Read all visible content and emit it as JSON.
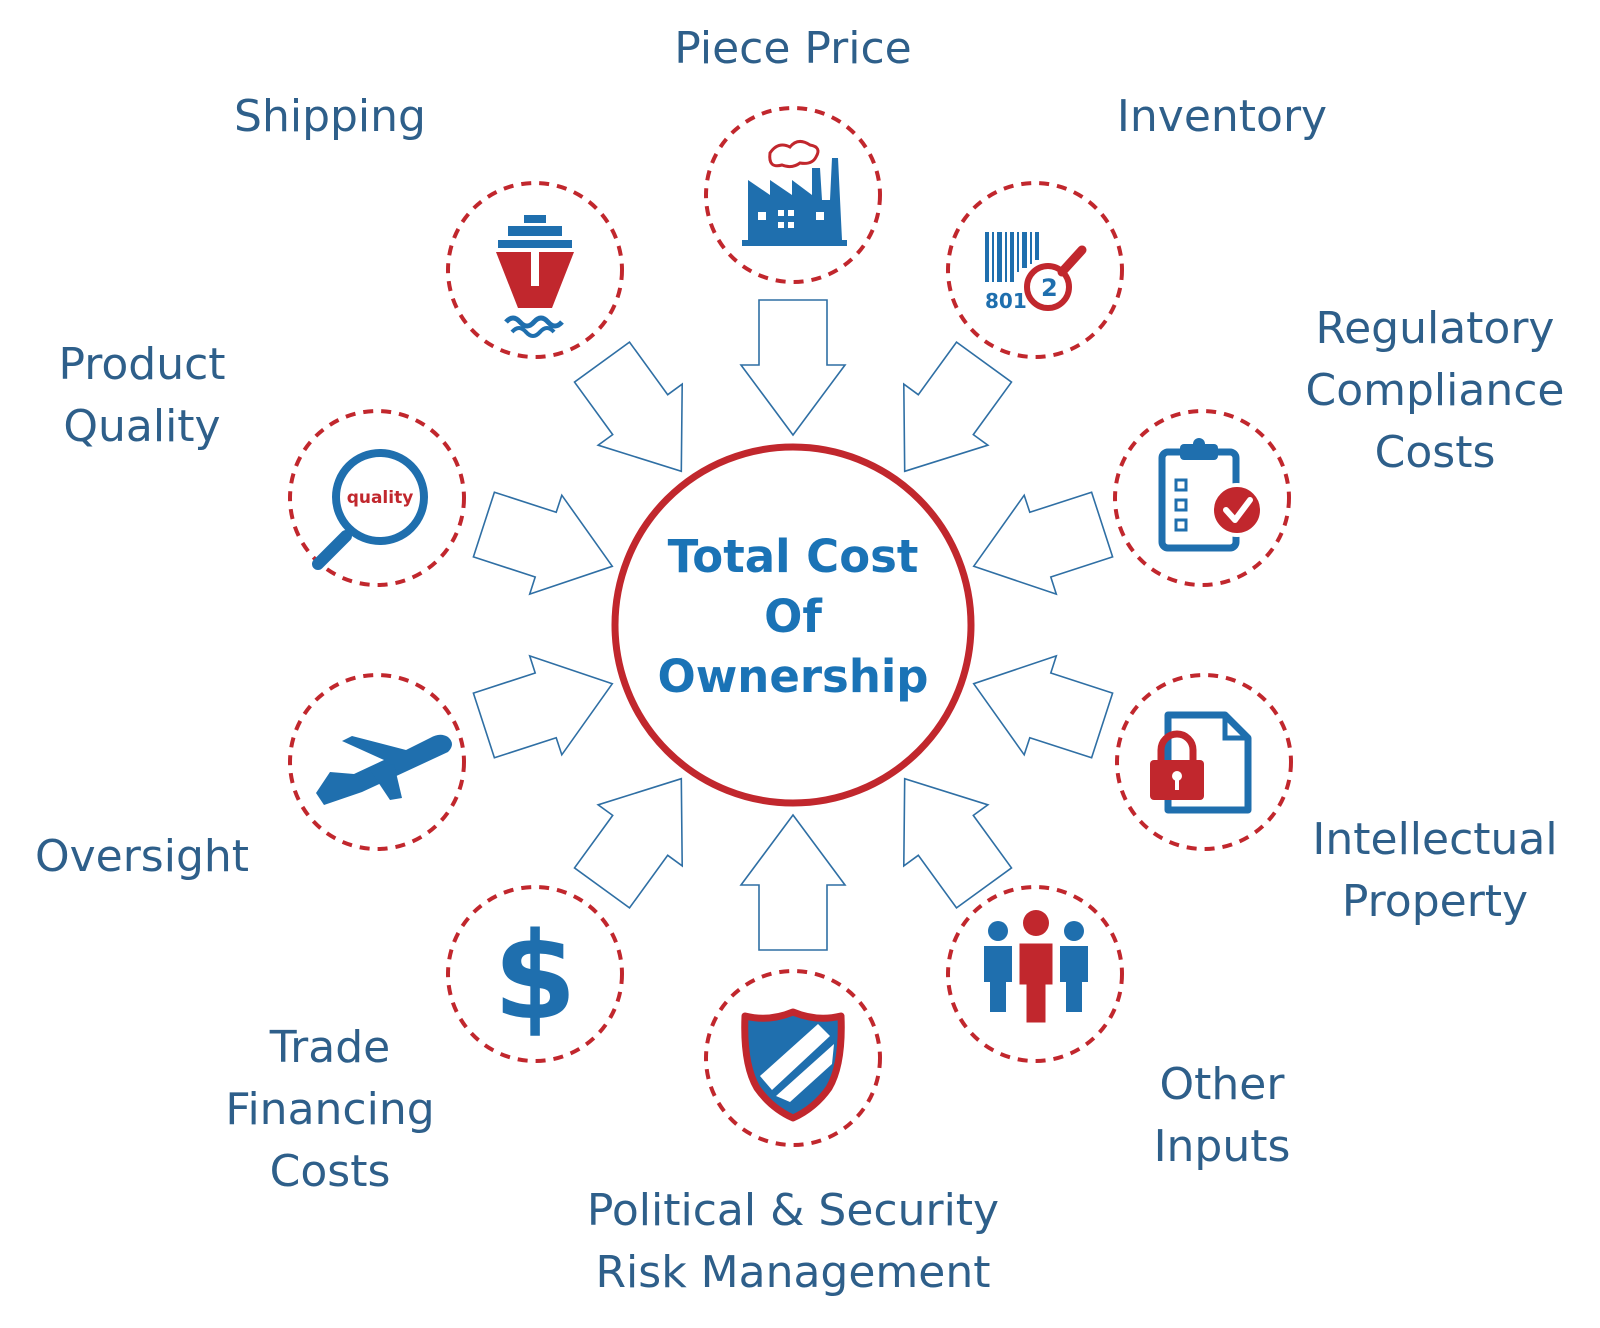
{
  "center": {
    "lines": [
      "Total Cost",
      "Of",
      "Ownership"
    ]
  },
  "factors": [
    {
      "id": "piece-price",
      "icon": "factory-icon",
      "lines": [
        "Piece Price"
      ]
    },
    {
      "id": "inventory",
      "icon": "barcode-magnifier-icon",
      "lines": [
        "Inventory"
      ],
      "icon_text": "801"
    },
    {
      "id": "regulatory-compliance-costs",
      "icon": "clipboard-check-icon",
      "lines": [
        "Regulatory",
        "Compliance",
        "Costs"
      ]
    },
    {
      "id": "intellectual-property",
      "icon": "locked-document-icon",
      "lines": [
        "Intellectual",
        "Property"
      ]
    },
    {
      "id": "other-inputs",
      "icon": "people-group-icon",
      "lines": [
        "Other",
        "Inputs"
      ]
    },
    {
      "id": "political-security-risk-management",
      "icon": "shield-icon",
      "lines": [
        "Political & Security",
        "Risk Management"
      ]
    },
    {
      "id": "trade-financing-costs",
      "icon": "dollar-sign-icon",
      "lines": [
        "Trade",
        "Financing",
        "Costs"
      ]
    },
    {
      "id": "oversight",
      "icon": "airplane-icon",
      "lines": [
        "Oversight"
      ]
    },
    {
      "id": "product-quality",
      "icon": "quality-magnifier-icon",
      "lines": [
        "Product",
        "Quality"
      ],
      "icon_text": "quality"
    },
    {
      "id": "shipping",
      "icon": "ship-icon",
      "lines": [
        "Shipping"
      ]
    }
  ],
  "colors": {
    "accent_red": "#c1272d",
    "icon_blue": "#1f6fae",
    "label_blue": "#2e5f8a",
    "center_text_blue": "#1a73b6",
    "arrow_outline": "#2f6fa4"
  }
}
